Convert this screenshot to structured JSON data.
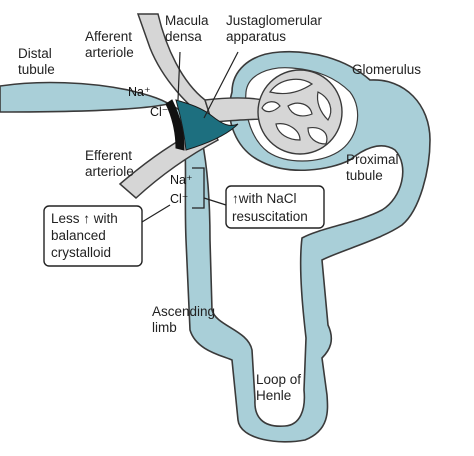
{
  "labels": {
    "afferent_line1": "Afferent",
    "afferent_line2": "arteriole",
    "macula_line1": "Macula",
    "macula_line2": "densa",
    "juxta_line1": "Justaglomerular",
    "juxta_line2": "apparatus",
    "glomerulus": "Glomerulus",
    "distal_line1": "Distal",
    "distal_line2": "tubule",
    "efferent_line1": "Efferent",
    "efferent_line2": "arteriole",
    "proximal_line1": "Proximal",
    "proximal_line2": "tubule",
    "ascending_line1": "Ascending",
    "ascending_line2": "limb",
    "loop_line1": "Loop of",
    "loop_line2": "Henle"
  },
  "ions": {
    "upper_na": "Na⁺",
    "upper_cl": "Cl⁻",
    "lower_na": "Na⁺",
    "lower_cl": "Cl⁻"
  },
  "callouts": {
    "nacl_line1": "↑with NaCl",
    "nacl_line2": "resuscitation",
    "balanced_line1": "Less ↑ with",
    "balanced_line2": "balanced",
    "balanced_line3": "crystalloid"
  },
  "colors": {
    "tubule_fill": "#a9cfd8",
    "vessel_fill": "#d6d6d6",
    "juxta_fill": "#1d6f7f",
    "macula_fill": "#111111"
  }
}
